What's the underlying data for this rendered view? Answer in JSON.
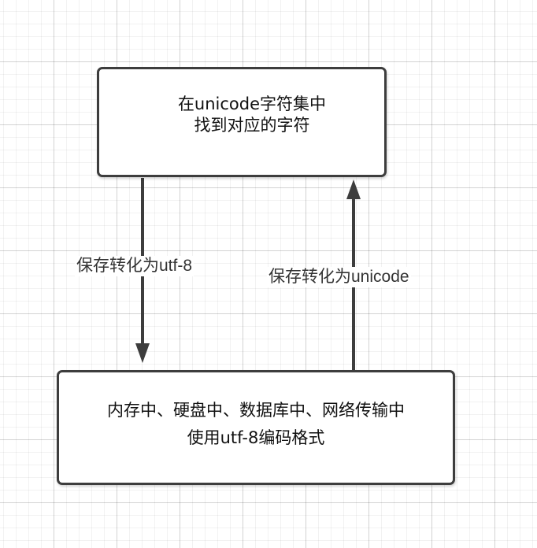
{
  "diagram": {
    "nodes": {
      "unicode_box": {
        "lines": [
          "在unicode字符集中",
          "找到对应的字符"
        ]
      },
      "storage_box": {
        "lines": [
          "内存中、硬盘中、数据库中、网络传输中",
          "使用utf-8编码格式"
        ]
      }
    },
    "edges": {
      "to_storage": {
        "label": "保存转化为utf-8",
        "from": "unicode_box",
        "to": "storage_box"
      },
      "to_unicode": {
        "label": "保存转化为unicode",
        "from": "storage_box",
        "to": "unicode_box"
      }
    },
    "colors": {
      "stroke": "#3d3d3d",
      "text": "#111111",
      "label_text": "#333333",
      "grid": "#e6e6e6"
    }
  }
}
